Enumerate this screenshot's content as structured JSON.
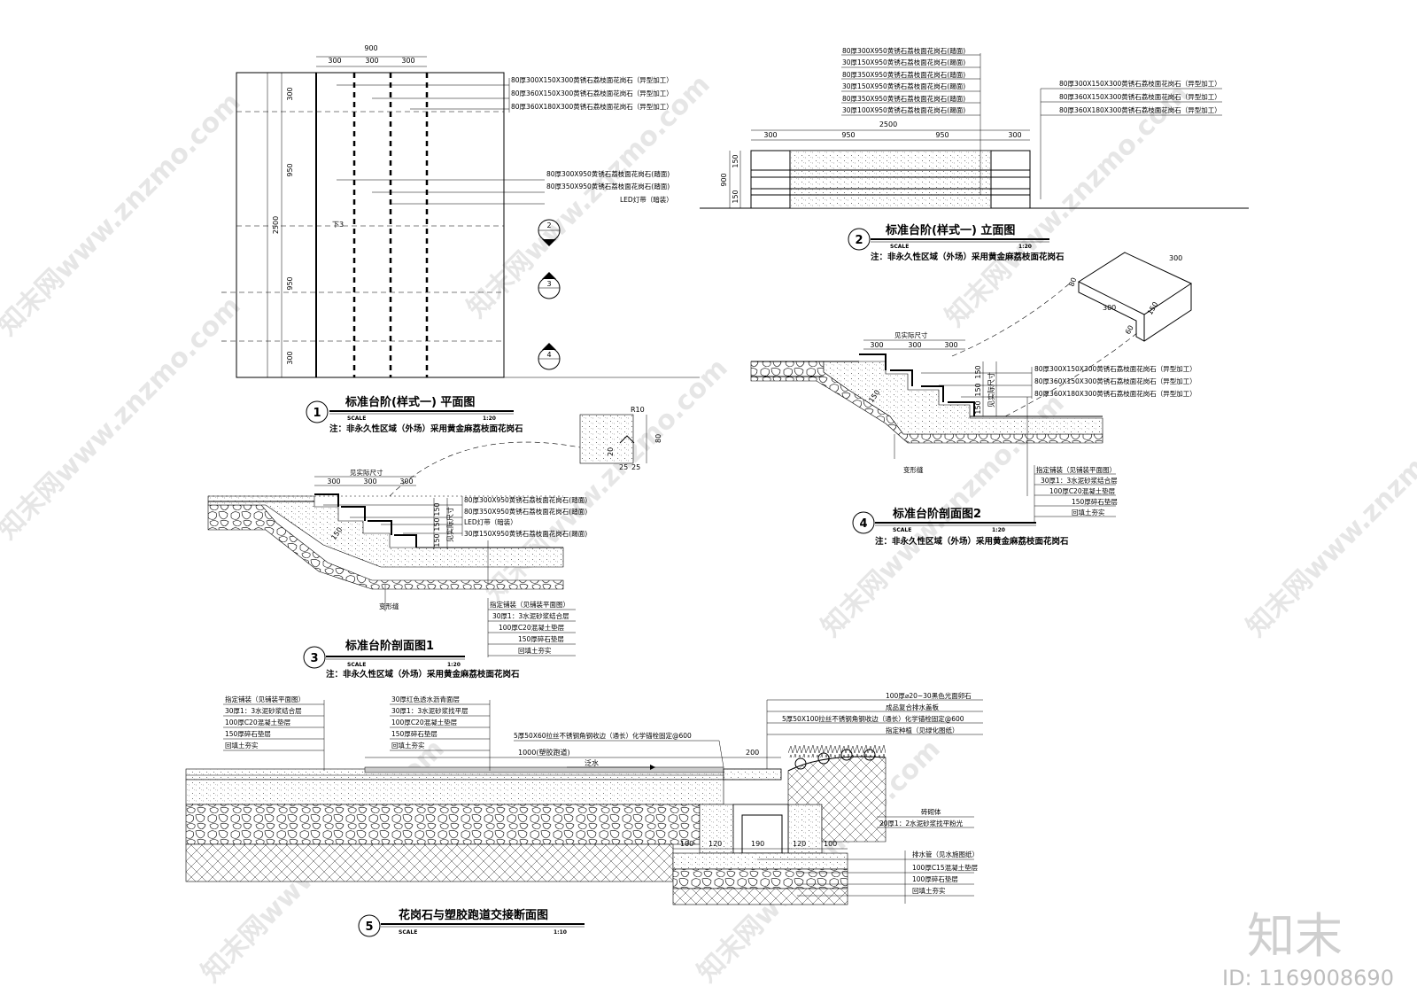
{
  "watermark": {
    "text": "知末网www.znzmo.com",
    "brand": "知末",
    "id_text": "ID: 1169008690"
  },
  "common": {
    "scale_word": "SCALE",
    "note": "注：非永久性区域（外场）采用黄金麻荔枝面花岗石"
  },
  "d1": {
    "num": "1",
    "title": "标准台阶(样式一) 平面图",
    "scale": "1:20",
    "dims_top": [
      "900",
      "300",
      "300",
      "300"
    ],
    "dims_left": [
      "300",
      "950",
      "2500",
      "950",
      "300"
    ],
    "step_mark": "下3",
    "callouts": [
      "80厚300X150X300黄锈石荔枝面花岗石（异型加工）",
      "80厚360X150X300黄锈石荔枝面花岗石（异型加工）",
      "80厚360X180X300黄锈石荔枝面花岗石（异型加工）",
      "80厚300X950黄锈石荔枝面花岗石(踏面)",
      "80厚350X950黄锈石荔枝面花岗石(踏面)",
      "LED灯带（暗装）"
    ],
    "section_marks": [
      "2",
      "3",
      "4"
    ]
  },
  "d2": {
    "num": "2",
    "title": "标准台阶(样式一) 立面图",
    "scale": "1:20",
    "callouts_left": [
      "80厚300X950黄锈石荔枝面花岗石(踏面)",
      "30厚150X950黄锈石荔枝面花岗石(踢面)",
      "80厚350X950黄锈石荔枝面花岗石(踏面)",
      "30厚150X950黄锈石荔枝面花岗石(踢面)",
      "80厚350X950黄锈石荔枝面花岗石(踏面)",
      "30厚100X950黄锈石荔枝面花岗石(踢面)"
    ],
    "callouts_right": [
      "80厚300X150X300黄锈石荔枝面花岗石（异型加工）",
      "80厚360X150X300黄锈石荔枝面花岗石（异型加工）",
      "80厚360X180X300黄锈石荔枝面花岗石（异型加工）"
    ],
    "dims_top": [
      "2500",
      "300",
      "950",
      "950",
      "300"
    ],
    "dims_left": [
      "900",
      "150",
      "150"
    ],
    "iso_dims": [
      "300",
      "300",
      "80",
      "150",
      "60"
    ]
  },
  "d3": {
    "num": "3",
    "title": "标准台阶剖面图1",
    "scale": "1:20",
    "top_label": "见实际尺寸",
    "dims_top": [
      "300",
      "300",
      "300"
    ],
    "dims_right": [
      "150",
      "150",
      "150"
    ],
    "side_label": "见实际尺寸",
    "slope_dim": "150",
    "callouts": [
      "80厚300X950黄锈石荔枝面花岗石(踏面)",
      "80厚350X950黄锈石荔枝面花岗石(踏面)",
      "LED灯带（暗装）",
      "30厚150X950黄锈石荔枝面花岗石(踢面)"
    ],
    "joint": "变形缝",
    "layers": [
      "指定铺装（见铺装平面图）",
      "30厚1：3水泥砂浆结合层",
      "100厚C20混凝土垫层",
      "150厚碎石垫层",
      "回填土夯实"
    ],
    "detail_dims": [
      "R10",
      "80",
      "20",
      "25",
      "25"
    ]
  },
  "d4": {
    "num": "4",
    "title": "标准台阶剖面图2",
    "scale": "1:20",
    "top_label": "见实际尺寸",
    "dims_top": [
      "300",
      "300",
      "300"
    ],
    "dims_right": [
      "150",
      "150",
      "150"
    ],
    "side_label": "见实际尺寸",
    "slope_dim": "150",
    "callouts": [
      "80厚300X150X300黄锈石荔枝面花岗石（异型加工）",
      "80厚360X150X300黄锈石荔枝面花岗石（异型加工）",
      "80厚360X180X300黄锈石荔枝面花岗石（异型加工）"
    ],
    "joint": "变形缝",
    "layers": [
      "指定铺装（见铺装平面图）",
      "30厚1：3水泥砂浆结合层",
      "100厚C20混凝土垫层",
      "150厚碎石垫层",
      "回填土夯实"
    ]
  },
  "d5": {
    "num": "5",
    "title": "花岗石与塑胶跑道交接断面图",
    "scale": "1:10",
    "layers_left": [
      "指定铺装（见铺装平面图）",
      "30厚1：3水泥砂浆结合层",
      "100厚C20混凝土垫层",
      "150厚碎石垫层",
      "回填土夯实"
    ],
    "layers_mid": [
      "30厚红色透水沥青面层",
      "30厚1：3水泥砂浆找平层",
      "100厚C20混凝土垫层",
      "150厚碎石垫层",
      "回填土夯实"
    ],
    "edge_note": "5厚50X60拉丝不锈钢角钢收边（通长）化学锚栓固定@600",
    "track_dim": "1000(塑胶跑道)",
    "slope": "泛水",
    "dim_200": "200",
    "right_top": [
      "100厚⌀20~30黑色光面卵石",
      "成品复合排水盖板",
      "5厚50X100拉丝不锈钢角钢收边（通长）化学锚栓固定@600",
      "指定种植（见绿化图纸）"
    ],
    "brick": [
      "砖砌体",
      "20厚1：2水泥砂浆找平粉光"
    ],
    "bottom_dims": [
      "100",
      "120",
      "190",
      "120",
      "100"
    ],
    "right_bottom": [
      "排水管（见水施图纸）",
      "100厚C15混凝土垫层",
      "100厚碎石垫层",
      "回填土夯实"
    ]
  }
}
